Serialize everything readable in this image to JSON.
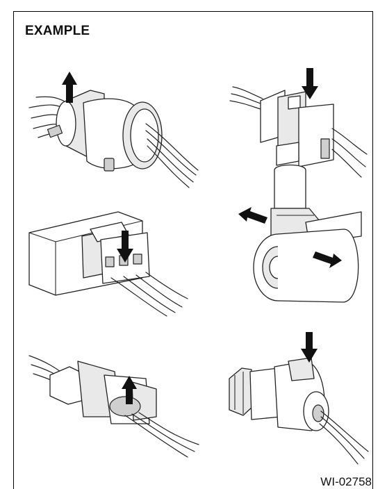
{
  "figure": {
    "title": "EXAMPLE",
    "code": "WI-02758",
    "illustrations": [
      {
        "id": "round-connector",
        "arrow": "up"
      },
      {
        "id": "block-connector",
        "arrow": "down"
      },
      {
        "id": "panel-connector",
        "arrow": "down"
      },
      {
        "id": "sensor-connector",
        "arrow": "left-right"
      },
      {
        "id": "inline-connector",
        "arrow": "up"
      },
      {
        "id": "threaded-sensor",
        "arrow": "down"
      }
    ]
  }
}
